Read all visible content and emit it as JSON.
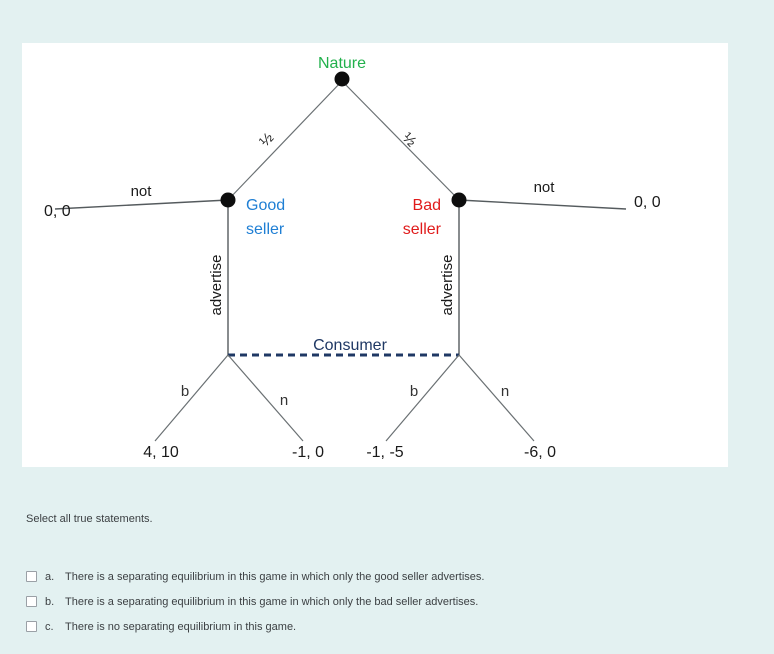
{
  "colors": {
    "background": "#e3f1f1",
    "panel": "#ffffff",
    "nature": "#22b14c",
    "good_seller": "#1f7fd4",
    "bad_seller": "#e01b1b",
    "consumer": "#1f3864",
    "edge": "#555b5e",
    "text": "#3c4043"
  },
  "tree": {
    "players": {
      "nature": "Nature",
      "good_seller_line1": "Good",
      "good_seller_line2": "seller",
      "bad_seller_line1": "Bad",
      "bad_seller_line2": "seller",
      "consumer": "Consumer"
    },
    "probabilities": {
      "left": "½",
      "right": "½"
    },
    "actions": {
      "good_not": "not",
      "good_advertise": "advertise",
      "bad_not": "not",
      "bad_advertise": "advertise",
      "good_buy": "b",
      "good_not_buy": "n",
      "bad_buy": "b",
      "bad_not_buy": "n"
    },
    "payoffs": {
      "good_not": "0, 0",
      "bad_not": "0, 0",
      "good_advertise_buy": "4, 10",
      "good_advertise_not": "-1, 0",
      "bad_advertise_buy": "-1, -5",
      "bad_advertise_not": "-6, 0"
    }
  },
  "question": {
    "prompt": "Select all true statements.",
    "options": [
      {
        "letter": "a.",
        "text": "There is a separating equilibrium in this game in which only the good seller advertises."
      },
      {
        "letter": "b.",
        "text": "There is a separating equilibrium in this game in which only the bad seller advertises."
      },
      {
        "letter": "c.",
        "text": "There is no separating equilibrium in this game."
      }
    ]
  }
}
